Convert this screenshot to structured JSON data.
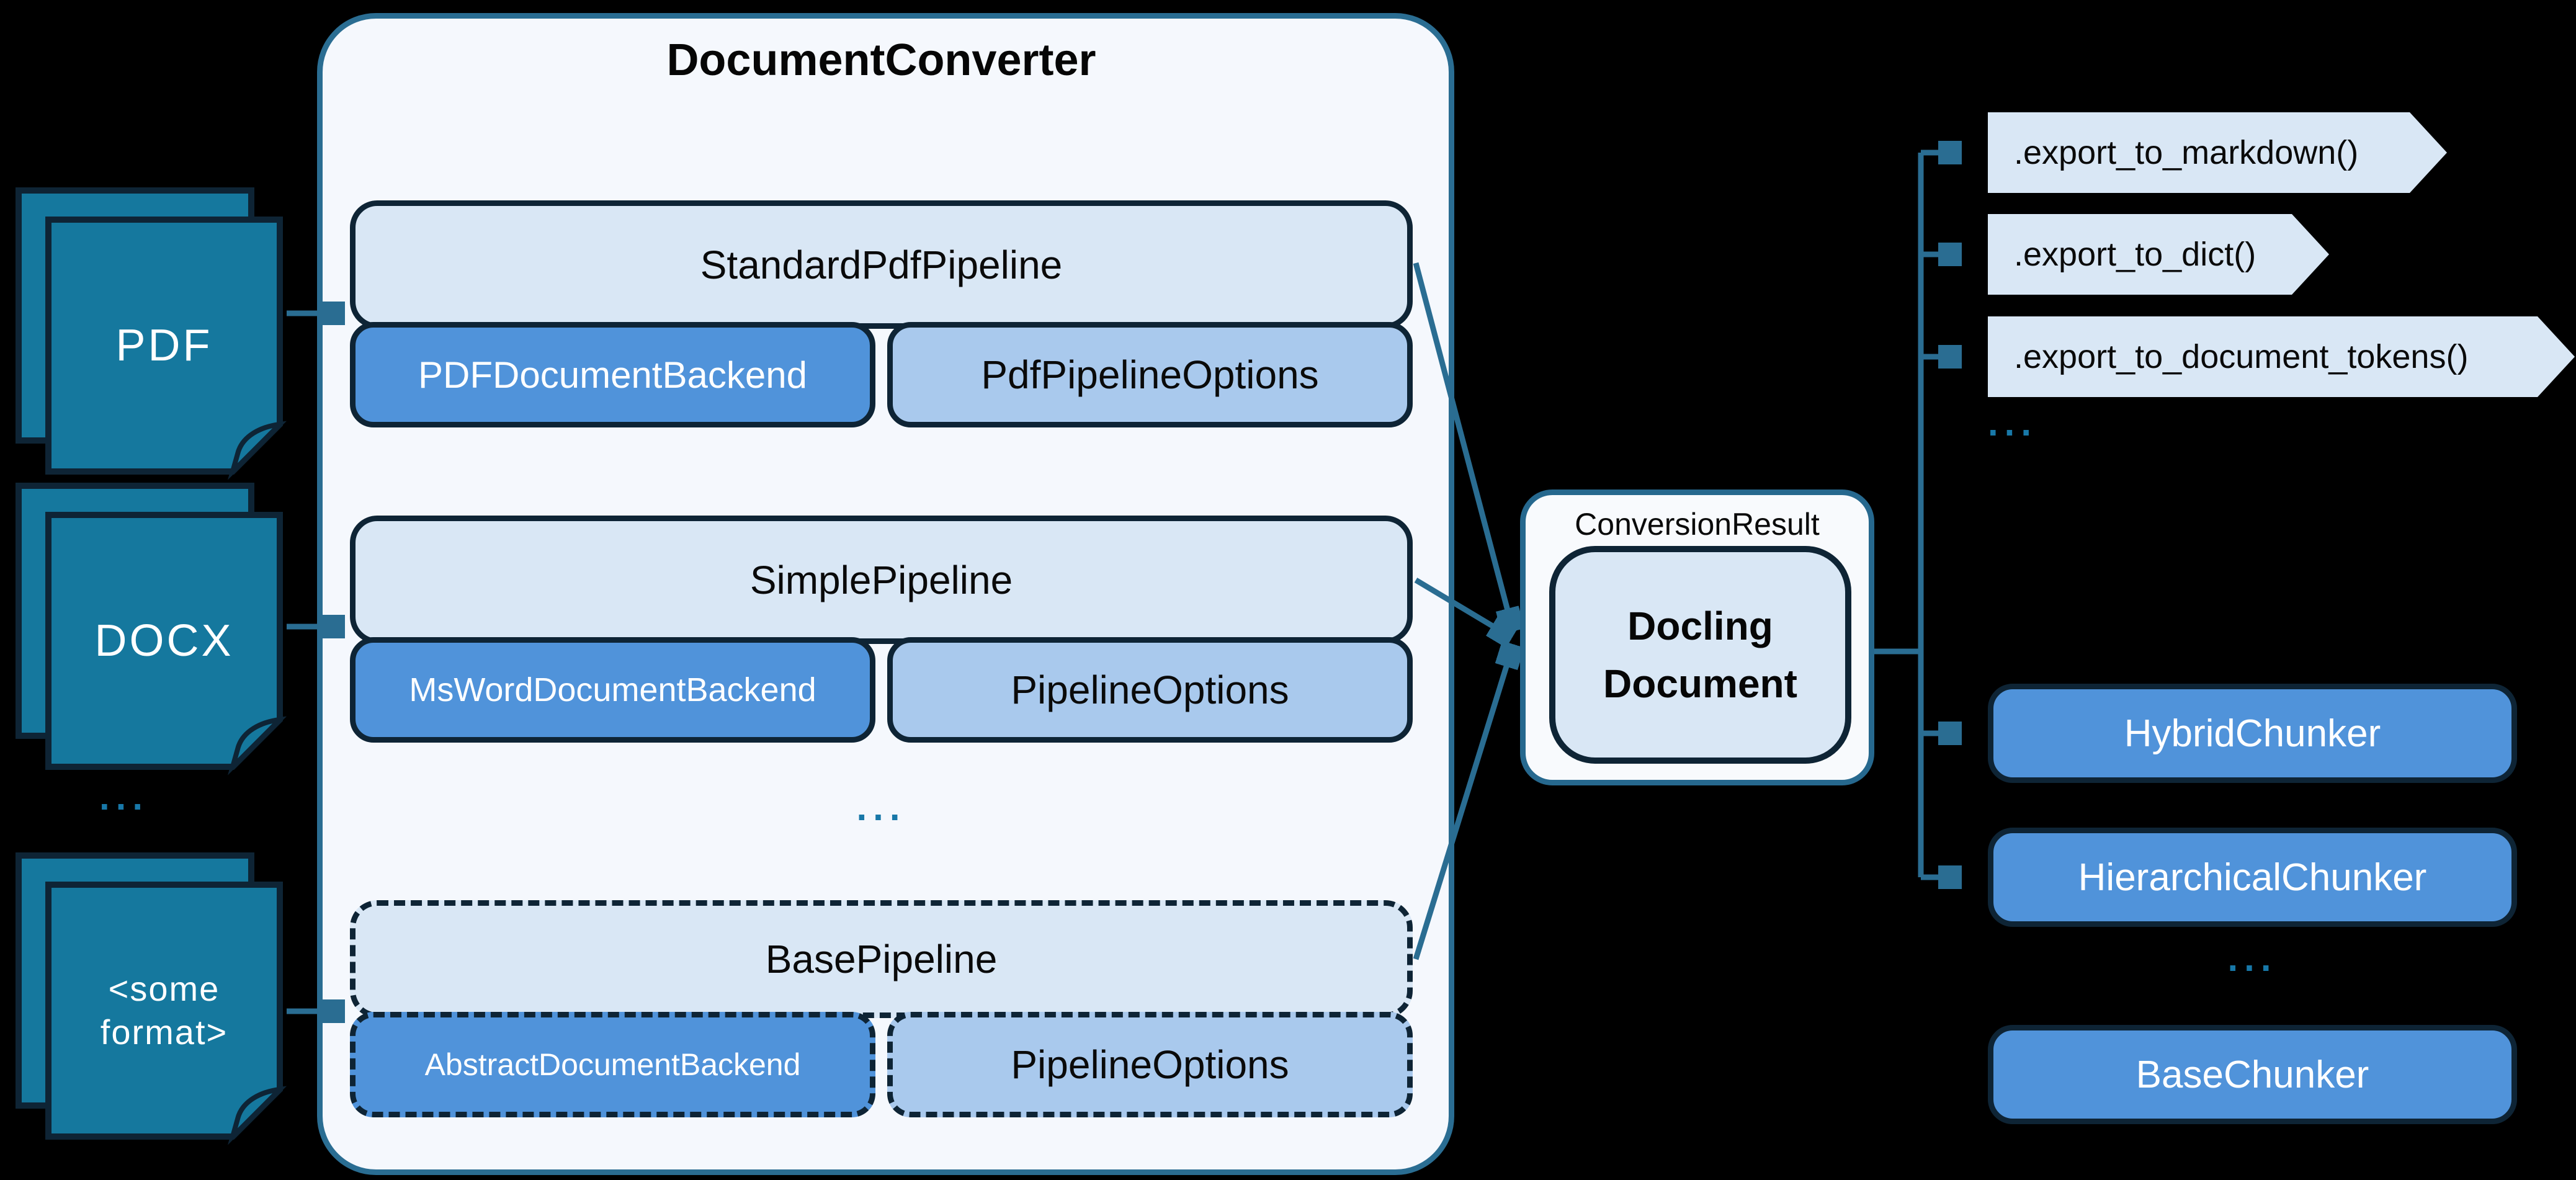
{
  "colors": {
    "background": "#000000",
    "connector_teal": "#2a6d92",
    "document_fill": "#15789e",
    "dark_border": "#0e2435",
    "light_box_fill": "#d9e7f5",
    "panel_fill": "#f5f8fd",
    "backend_fill": "#5093da",
    "options_fill": "#a9c9ed",
    "ellipsis_teal": "#1878a8"
  },
  "inputs": {
    "pdf": {
      "label": "PDF"
    },
    "docx": {
      "label": "DOCX"
    },
    "ellipsis": "...",
    "other": {
      "line1": "<some",
      "line2": "format>"
    }
  },
  "converter": {
    "title": "DocumentConverter",
    "row1": {
      "pipeline": "StandardPdfPipeline",
      "backend": "PDFDocumentBackend",
      "options": "PdfPipelineOptions"
    },
    "row2": {
      "pipeline": "SimplePipeline",
      "backend": "MsWordDocumentBackend",
      "options": "PipelineOptions"
    },
    "ellipsis": "...",
    "row3": {
      "pipeline": "BasePipeline",
      "backend": "AbstractDocumentBackend",
      "options": "PipelineOptions"
    }
  },
  "result": {
    "label": "ConversionResult",
    "document_line1": "Docling",
    "document_line2": "Document"
  },
  "exports": {
    "markdown": ".export_to_markdown()",
    "dict": ".export_to_dict()",
    "tokens": ".export_to_document_tokens()",
    "ellipsis": "..."
  },
  "chunkers": {
    "hybrid": "HybridChunker",
    "hierarchical": "HierarchicalChunker",
    "ellipsis": "...",
    "base": "BaseChunker"
  }
}
